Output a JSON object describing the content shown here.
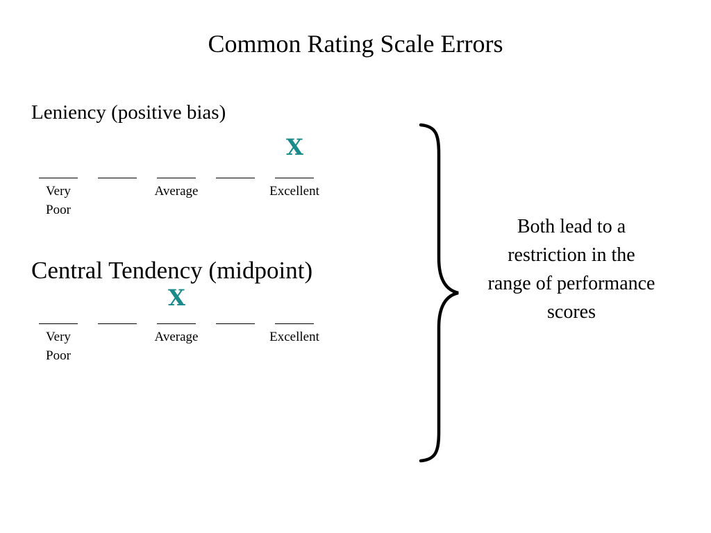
{
  "title": "Common Rating Scale Errors",
  "leniency": {
    "heading": "Leniency (positive bias)",
    "mark": "X",
    "labels": {
      "very": "Very",
      "poor": "Poor",
      "average": "Average",
      "excellent": "Excellent"
    }
  },
  "central": {
    "heading": "Central Tendency (midpoint)",
    "mark": "X",
    "labels": {
      "very": "Very",
      "poor": "Poor",
      "average": "Average",
      "excellent": "Excellent"
    }
  },
  "summary": "Both lead to a restriction in the range of performance scores",
  "colors": {
    "mark": "#1a8a8a",
    "text": "#000000",
    "background": "#ffffff"
  }
}
